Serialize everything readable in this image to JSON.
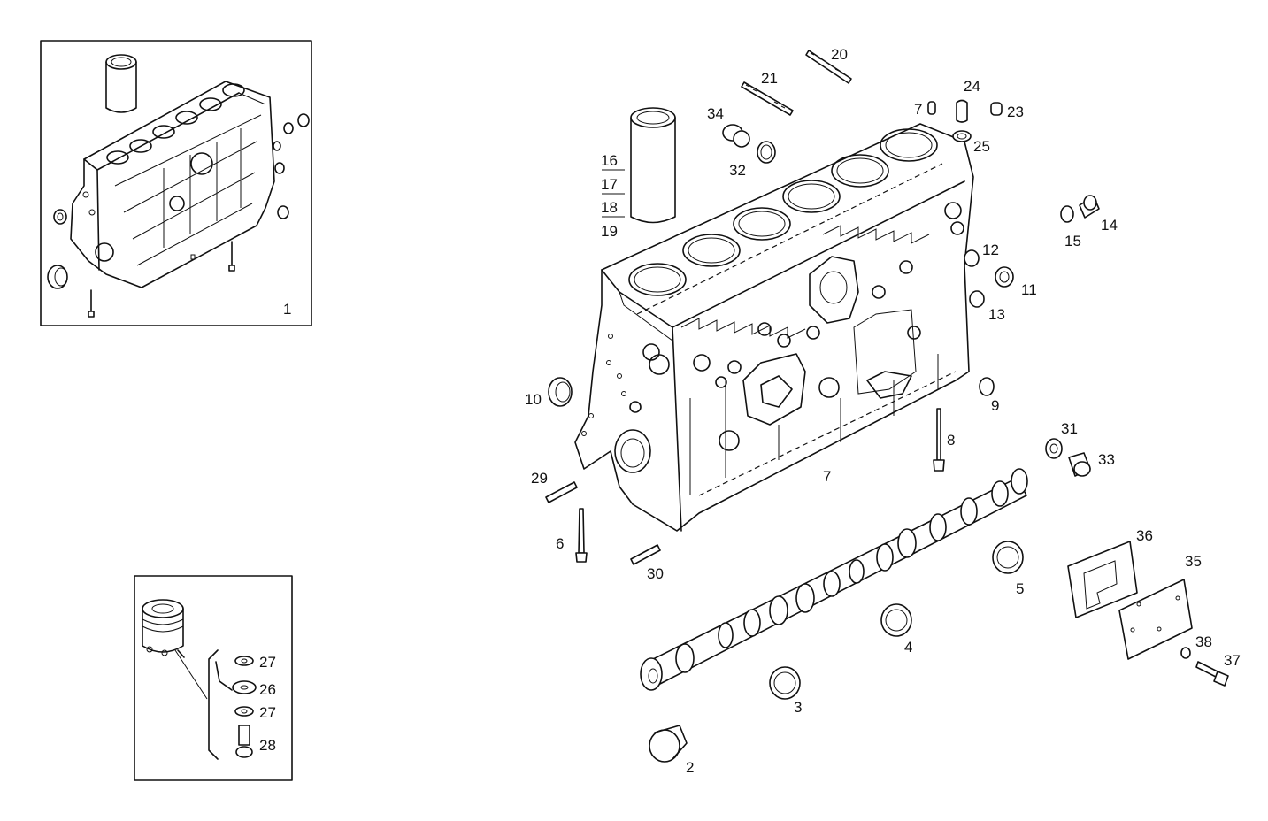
{
  "diagram": {
    "inset_engine_label": "1",
    "part_labels": [
      {
        "id": "p2",
        "text": "2"
      },
      {
        "id": "p3",
        "text": "3"
      },
      {
        "id": "p4",
        "text": "4"
      },
      {
        "id": "p5",
        "text": "5"
      },
      {
        "id": "p6",
        "text": "6"
      },
      {
        "id": "p7a",
        "text": "7"
      },
      {
        "id": "p7b",
        "text": "7"
      },
      {
        "id": "p8",
        "text": "8"
      },
      {
        "id": "p9",
        "text": "9"
      },
      {
        "id": "p10",
        "text": "10"
      },
      {
        "id": "p11",
        "text": "11"
      },
      {
        "id": "p12",
        "text": "12"
      },
      {
        "id": "p13",
        "text": "13"
      },
      {
        "id": "p14",
        "text": "14"
      },
      {
        "id": "p15",
        "text": "15"
      },
      {
        "id": "p16",
        "text": "16"
      },
      {
        "id": "p17",
        "text": "17"
      },
      {
        "id": "p18",
        "text": "18"
      },
      {
        "id": "p19",
        "text": "19"
      },
      {
        "id": "p20",
        "text": "20"
      },
      {
        "id": "p21",
        "text": "21"
      },
      {
        "id": "p23",
        "text": "23"
      },
      {
        "id": "p24",
        "text": "24"
      },
      {
        "id": "p25",
        "text": "25"
      },
      {
        "id": "p29",
        "text": "29"
      },
      {
        "id": "p30",
        "text": "30"
      },
      {
        "id": "p31",
        "text": "31"
      },
      {
        "id": "p32",
        "text": "32"
      },
      {
        "id": "p33",
        "text": "33"
      },
      {
        "id": "p34",
        "text": "34"
      },
      {
        "id": "p35",
        "text": "35"
      },
      {
        "id": "p36",
        "text": "36"
      },
      {
        "id": "p37",
        "text": "37"
      },
      {
        "id": "p38",
        "text": "38"
      }
    ],
    "inset_piston_labels": [
      {
        "id": "q27a",
        "text": "27"
      },
      {
        "id": "q26",
        "text": "26"
      },
      {
        "id": "q27b",
        "text": "27"
      },
      {
        "id": "q28",
        "text": "28"
      }
    ]
  }
}
